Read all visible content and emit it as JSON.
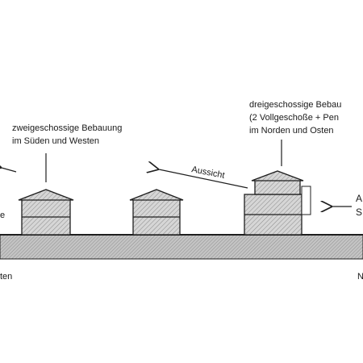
{
  "labels": {
    "south_west_title_1": "zweigeschossige Bebauung",
    "south_west_title_2": "im Süden und Westen",
    "north_east_title_1": "dreigeschossige Bebau",
    "north_east_title_2": "(2 Vollgeschoße + Pen",
    "north_east_title_3": "im Norden und Osten",
    "view_label": "Aussicht",
    "right_arrow_label_1": "A",
    "right_arrow_label_2": "S",
    "left_arrow_label": "e",
    "ground_left_label": "ten",
    "ground_right_label": "N"
  },
  "colors": {
    "hatch_fill": "#c8c8c8",
    "ground_fill": "#bdbdbd",
    "line": "#1f1f1f"
  }
}
